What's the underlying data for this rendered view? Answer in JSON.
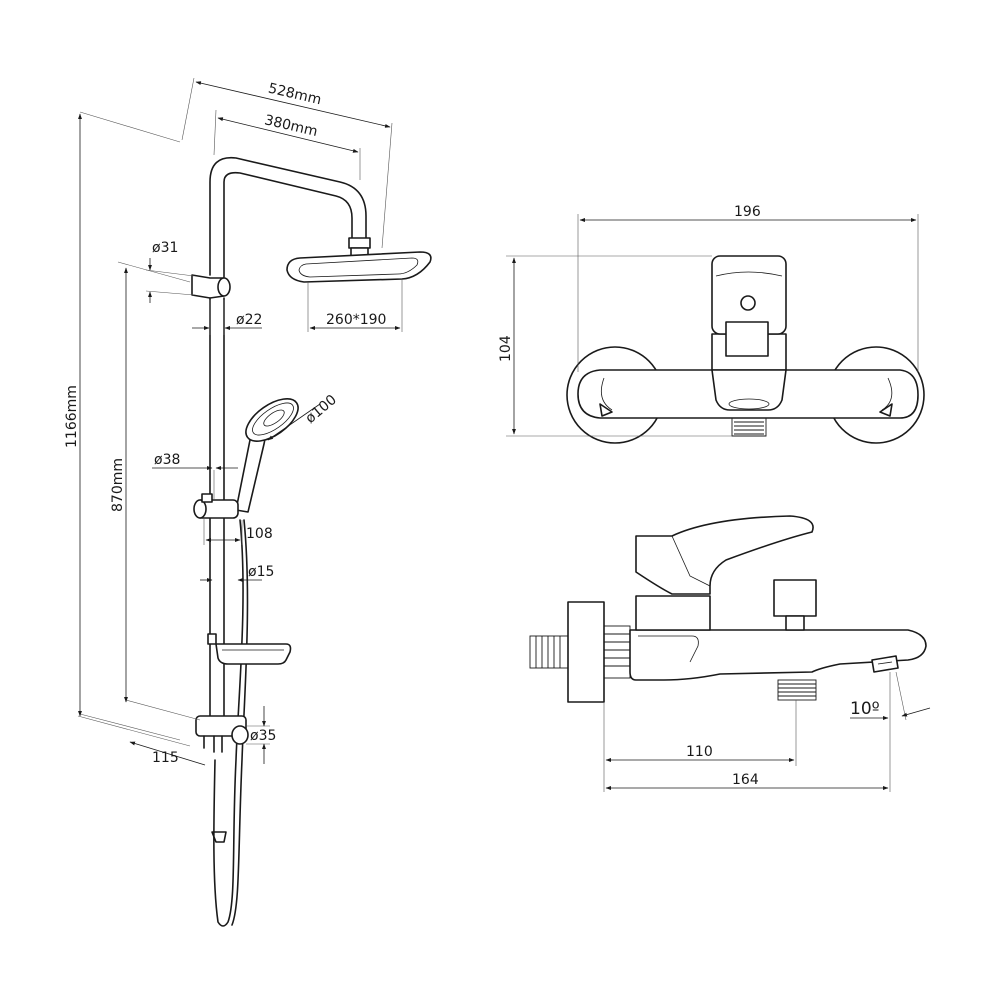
{
  "colors": {
    "line": "#1a1a1a",
    "background": "#ffffff"
  },
  "shower_column": {
    "overall_width": "528mm",
    "arm_reach": "380mm",
    "total_height": "1166mm",
    "rail_height": "870mm",
    "head_size": "260*190",
    "top_bracket_dia": "ø31",
    "pipe_dia": "ø22",
    "hand_shower_dia": "ø100",
    "slider_dia": "ø38",
    "hand_shower_offset": "108",
    "rail_dia": "ø15",
    "bottom_body_dia": "ø35",
    "outlet_offset": "115"
  },
  "mixer_front": {
    "width": "196",
    "height": "104"
  },
  "mixer_side": {
    "inlet_to_outlet": "110",
    "inlet_to_spout": "164",
    "spout_angle": "10º"
  }
}
